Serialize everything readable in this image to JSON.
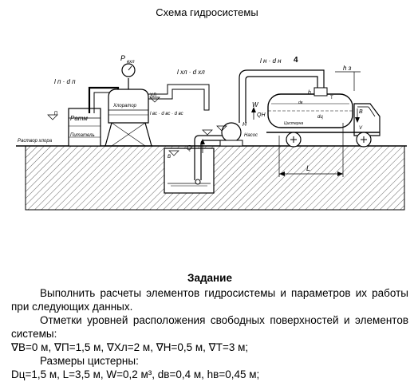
{
  "title": "Схема гидросистемы",
  "diagram": {
    "labels": {
      "p_ekhl": "P",
      "p_ekhl_sub": "ехл",
      "l_p_d_p": "l п · d п",
      "l_khl_d_khl": "l хл · d хл",
      "l_n_d_n": "l н · d н",
      "h_z": "h з",
      "l_vs_d_vs": "l вс · d вс · d вс",
      "xhl": "ХЛ",
      "khlorator": "Хлоратор",
      "p_atm": "Pатм",
      "p_atm_tag": "П",
      "pitatel": "Питатель",
      "rastvor": "Раствор хлора",
      "nasos": "Насос",
      "h_label": "H",
      "b_label": "B",
      "q_label": "Q",
      "qn_label": "QH",
      "w_label": "W",
      "h_tank": "h",
      "t_label": "T",
      "cisterna": "Цистерна",
      "l_label": "L",
      "dc": "dц",
      "b_right": "B",
      "v_label": "V",
      "d_label": "dв",
      "small_4": "4"
    }
  },
  "task": {
    "heading": "Задание",
    "p1": "Выполнить расчеты элементов гидросистемы и параметров их работы при следующих данных.",
    "p2": "Отметки уровней расположения свободных поверхностей и элементов системы:",
    "p3": "∇B=0 м, ∇П=1,5 м, ∇Хл=2 м, ∇H=0,5 м, ∇T=3 м;",
    "p4": "Размеры цистерны:",
    "p5": "Dц=1,5 м, L=3,5 м, W=0,2 м³, dв=0,4 м, hв=0,45 м;"
  }
}
